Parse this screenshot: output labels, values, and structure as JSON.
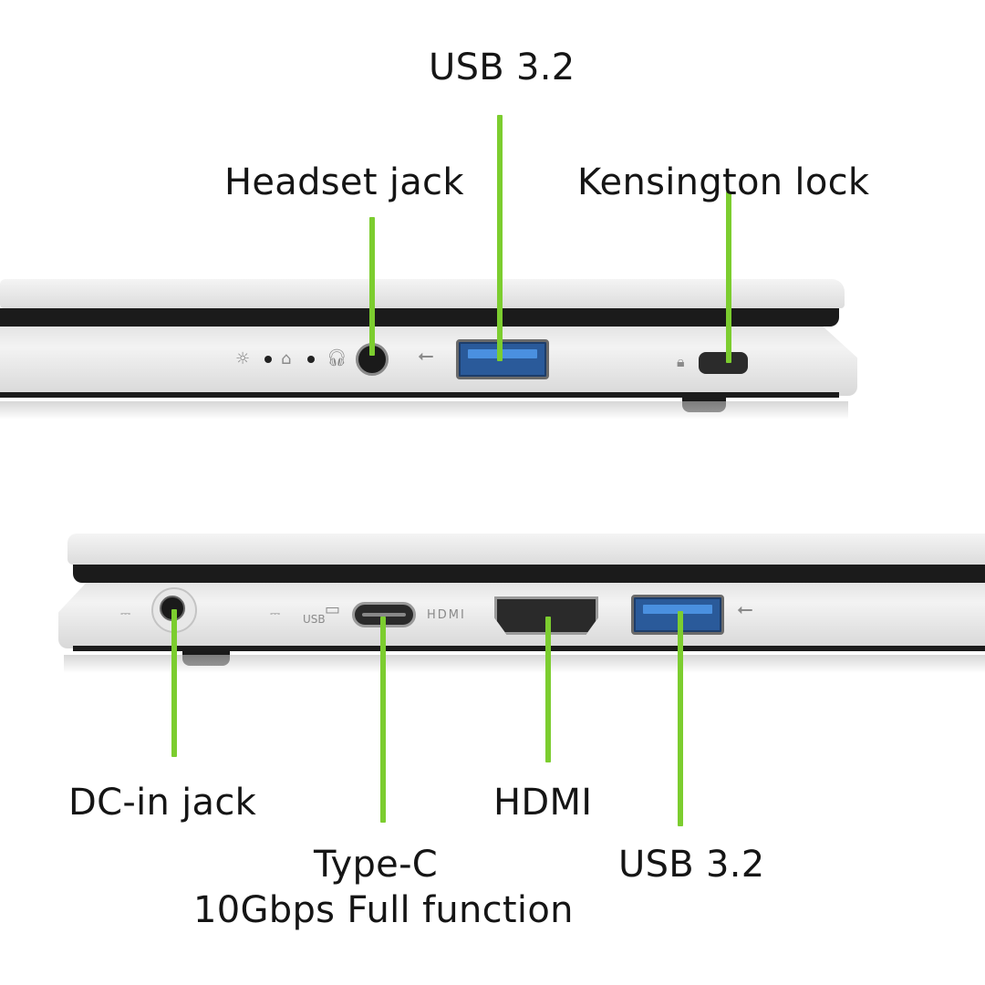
{
  "top_view": {
    "labels": {
      "usb_top": "USB 3.2",
      "headset": "Headset jack",
      "kensington": "Kensington lock"
    },
    "icons": [
      "power-light-icon",
      "battery-light-icon",
      "headset-icon",
      "usb-symbol-icon",
      "lock-icon"
    ]
  },
  "bottom_view": {
    "labels": {
      "dc_in": "DC-in jack",
      "type_c_line1": "Type-C",
      "type_c_line2": "10Gbps Full function",
      "hdmi": "HDMI",
      "usb_bottom": "USB 3.2"
    },
    "port_markings": {
      "usb_c_marking": "USB",
      "hdmi_marking": "HDMI"
    },
    "icons": [
      "dc-symbol-icon",
      "usb-c-icon",
      "usb-symbol-icon"
    ]
  },
  "colors": {
    "leader_line": "#7ccd2f",
    "usb_blue": "#4a90e0",
    "chassis": "#e6e6e6"
  }
}
